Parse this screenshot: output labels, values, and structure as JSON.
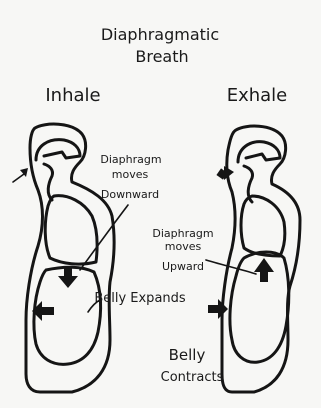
{
  "title_line1": "Diaphragmatic",
  "title_line2": "Breath",
  "inhale": {
    "heading": "Inhale",
    "diaphragm_label": [
      "Diaphragm",
      "moves",
      "Downward"
    ],
    "belly_label": "Belly Expands"
  },
  "exhale": {
    "heading": "Exhale",
    "diaphragm_label": [
      "Diaphragm",
      "moves",
      "Upward"
    ],
    "belly_label": [
      "Belly",
      "Contracts"
    ]
  },
  "colors": {
    "ink": "#151515",
    "paper": "#f7f7f5"
  }
}
